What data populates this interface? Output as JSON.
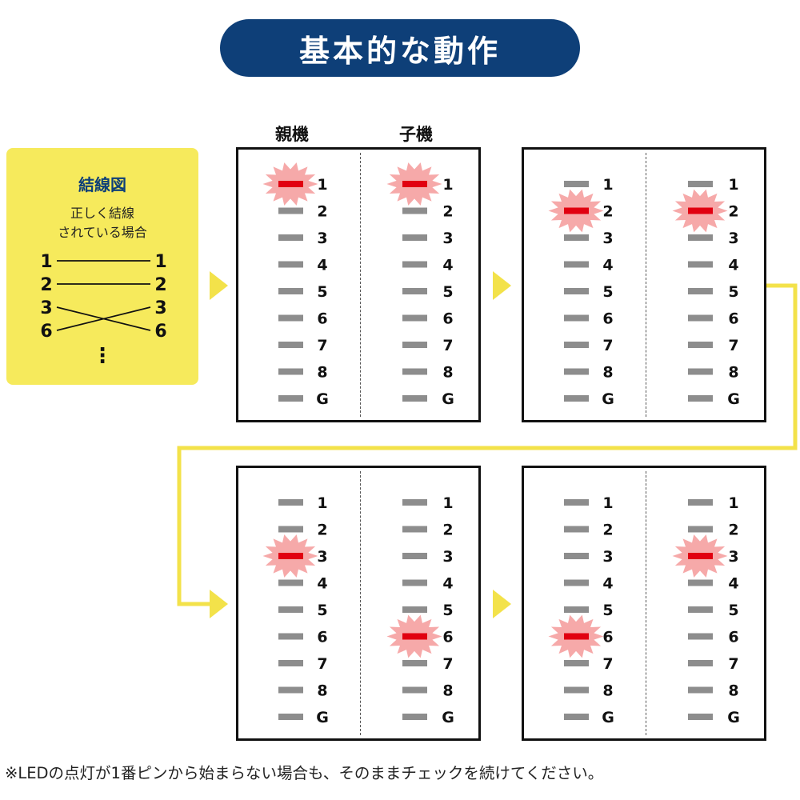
{
  "title": "基本的な動作",
  "columns": {
    "parent": "親機",
    "child": "子機"
  },
  "legend": {
    "title": "結線図",
    "desc_line1": "正しく結線",
    "desc_line2": "されている場合",
    "left_pins": [
      "1",
      "2",
      "3",
      "6"
    ],
    "right_pins": [
      "1",
      "2",
      "3",
      "6"
    ],
    "connections": [
      [
        "1",
        "1"
      ],
      [
        "2",
        "2"
      ],
      [
        "3",
        "6"
      ],
      [
        "6",
        "3"
      ]
    ],
    "ellipsis": "⋮"
  },
  "pins": [
    "1",
    "2",
    "3",
    "4",
    "5",
    "6",
    "7",
    "8",
    "G"
  ],
  "colors": {
    "title_bg": "#0e3f78",
    "legend_bg": "#f6ea5c",
    "arrow": "#f3e24a",
    "led_off": "#8d8d8d",
    "led_on": "#e10010",
    "glow": "#f5a0a0"
  },
  "panels": [
    {
      "step": 1,
      "parent_lit": "1",
      "child_lit": "1"
    },
    {
      "step": 2,
      "parent_lit": "2",
      "child_lit": "2"
    },
    {
      "step": 3,
      "parent_lit": "3",
      "child_lit": "6"
    },
    {
      "step": 4,
      "parent_lit": "6",
      "child_lit": "3"
    }
  ],
  "footnote": "※LEDの点灯が1番ピンから始まらない場合も、そのままチェックを続けてください。"
}
